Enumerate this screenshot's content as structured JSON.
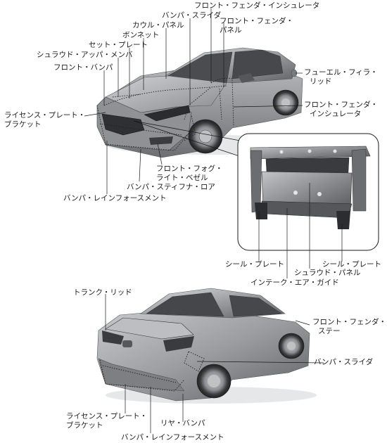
{
  "colors": {
    "body_dark": "#6c6e72",
    "body_mid": "#9ea0a4",
    "body_light": "#d3d5d8",
    "glass": "#3e4043",
    "line": "#1a1a1a",
    "dotted": "#222222"
  },
  "front_view": {
    "labels": {
      "front_fender_insulator_top": "フロント・フェンダ・インシュレータ",
      "bumper_slider": "バンパ・スライダ",
      "front_fender_panel_1": "フロント・フェンダ・",
      "front_fender_panel_2": "パネル",
      "cowl_panel": "カウル・パネル",
      "bonnet": "ボンネット",
      "set_plate": "セット・プレート",
      "shroud_upper_member": "シュラウド・アッパ・メンバ",
      "front_bumper": "フロント・バンパ",
      "license_plate_bracket_1": "ライセンス・プレート・",
      "license_plate_bracket_2": "ブラケット",
      "fuel_filler_lid_1": "フューエル・フィラ・",
      "fuel_filler_lid_2": "リッド",
      "front_fender_insulator_1": "フロント・フェンダ・",
      "front_fender_insulator_2": "インシュレータ",
      "front_fog_light_bezel_1": "フロント・フォグ・",
      "front_fog_light_bezel_2": "ライト・ベゼル",
      "bumper_stiffener_lower": "バンパ・スティフナ・ロア",
      "bumper_reinforcement": "バンパ・レインフォースメント"
    }
  },
  "inset_view": {
    "labels": {
      "seal_plate_left": "シール・プレート",
      "seal_plate_right": "シール・プレート",
      "shroud_panel": "シュラウド・パネル",
      "intake_air_guide": "インテーク・エア・ガイド"
    }
  },
  "rear_view": {
    "labels": {
      "trunk_lid": "トランク・リッド",
      "front_fender_stay_1": "フロント・フェンダ・",
      "front_fender_stay_2": "ステー",
      "bumper_slider": "バンパ・スライダ",
      "license_plate_bracket_1": "ライセンス・プレート・",
      "license_plate_bracket_2": "ブラケット",
      "rear_bumper": "リヤ・バンパ",
      "bumper_reinforcement": "バンパ・レインフォースメント"
    }
  }
}
